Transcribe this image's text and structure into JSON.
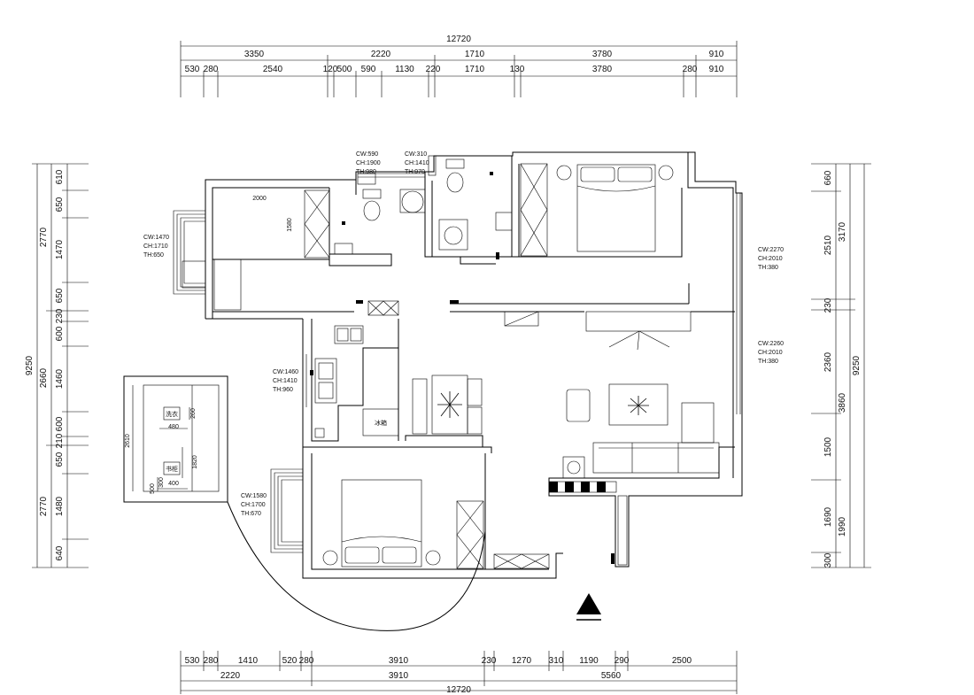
{
  "dimensions": {
    "top_total": "12720",
    "top_row1": [
      "3350",
      "2220",
      "1710",
      "3780",
      "910"
    ],
    "top_row2": [
      "530",
      "280",
      "2540",
      "120",
      "500",
      "590",
      "1130",
      "220",
      "1710",
      "130",
      "3780",
      "280",
      "910"
    ],
    "bottom_row1": [
      "530",
      "280",
      "1410",
      "520",
      "280",
      "3910",
      "230",
      "1270",
      "310",
      "1190",
      "290",
      "2500"
    ],
    "bottom_row2": [
      "2220",
      "3910",
      "5560"
    ],
    "bottom_total": "12720",
    "left_row1": [
      "610",
      "650",
      "1470",
      "650",
      "230",
      "600",
      "1460",
      "600",
      "210",
      "650",
      "1480",
      "640"
    ],
    "left_row2": [
      "2770",
      "2660",
      "2770"
    ],
    "left_total": "9250",
    "right_row1": [
      "660",
      "2510",
      "230",
      "2360",
      "1500",
      "1690",
      "300"
    ],
    "right_row2": [
      "3170",
      "3860",
      "1990"
    ],
    "right_total": "9250"
  },
  "windows": {
    "w1": [
      "CW:1470",
      "CH:1710",
      "TH:650"
    ],
    "w2": [
      "CW:590",
      "CH:1900",
      "TH:980"
    ],
    "w3": [
      "CW:310",
      "CH:1410",
      "TH:970"
    ],
    "w4": [
      "CW:2270",
      "CH:2010",
      "TH:380"
    ],
    "w5": [
      "CW:2260",
      "CH:2010",
      "TH:380"
    ],
    "w6": [
      "CW:1460",
      "CH:1410",
      "TH:960"
    ],
    "w7": [
      "CW:1580",
      "CH:1700",
      "TH:670"
    ]
  },
  "room_labels": {
    "study_width": "2000",
    "study_depth": "1580",
    "balcony_depth": "2610",
    "item_a_label": "洗衣",
    "item_a_width": "480",
    "item_a_side": "260",
    "item_b_label": "书柜",
    "item_b_side": "500",
    "item_b_mid": "300",
    "item_b_width": "400",
    "balcony_inner": "1820",
    "fridge_label": "冰箱"
  }
}
